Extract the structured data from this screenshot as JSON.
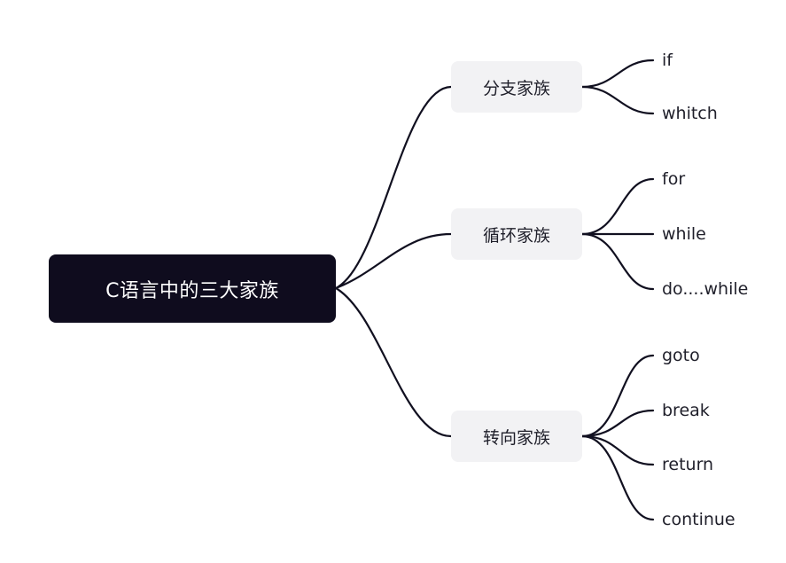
{
  "colors": {
    "root_background": "#0f0c1e",
    "root_text": "#ffffff",
    "branch_background": "#f2f2f4",
    "connector": "#111020",
    "text": "#1f1f2a"
  },
  "root": {
    "label": "C语言中的三大家族"
  },
  "branches": [
    {
      "label": "分支家族",
      "children": [
        "if",
        "whitch"
      ]
    },
    {
      "label": "循环家族",
      "children": [
        "for",
        "while",
        "do....while"
      ]
    },
    {
      "label": "转向家族",
      "children": [
        "goto",
        "break",
        "return",
        "continue"
      ]
    }
  ]
}
